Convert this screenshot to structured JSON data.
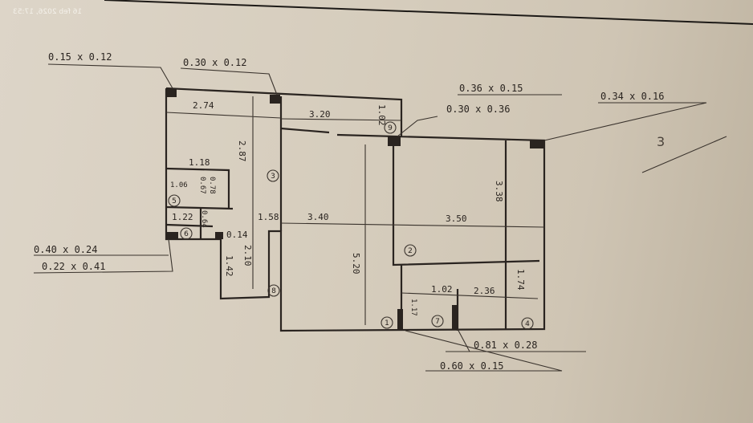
{
  "photo_timestamp": "16 feb 2026, 17:53",
  "callouts": [
    "0.15 x 0.12",
    "0.30 x 0.12",
    "0.36 x 0.15",
    "0.30 x 0.36",
    "0.34 x 0.16",
    "0.40 x 0.24",
    "0.22 x 0.41",
    "0.81 x 0.28",
    "0.60 x 0.15"
  ],
  "dimensions": [
    "2.74",
    "3.20",
    "1.02",
    "2.87",
    "1.18",
    "1.06",
    "0.67",
    "0.78",
    "1.22",
    "0.64",
    "0.14",
    "1.58",
    "3.40",
    "3.50",
    "3.38",
    "5.20",
    "2.10",
    "1.42",
    "1.74",
    "1.02",
    "1.17",
    "2.36"
  ],
  "room_numbers": [
    "1",
    "2",
    "3",
    "4",
    "5",
    "6",
    "7",
    "8",
    "9"
  ],
  "margin_mark": "3"
}
